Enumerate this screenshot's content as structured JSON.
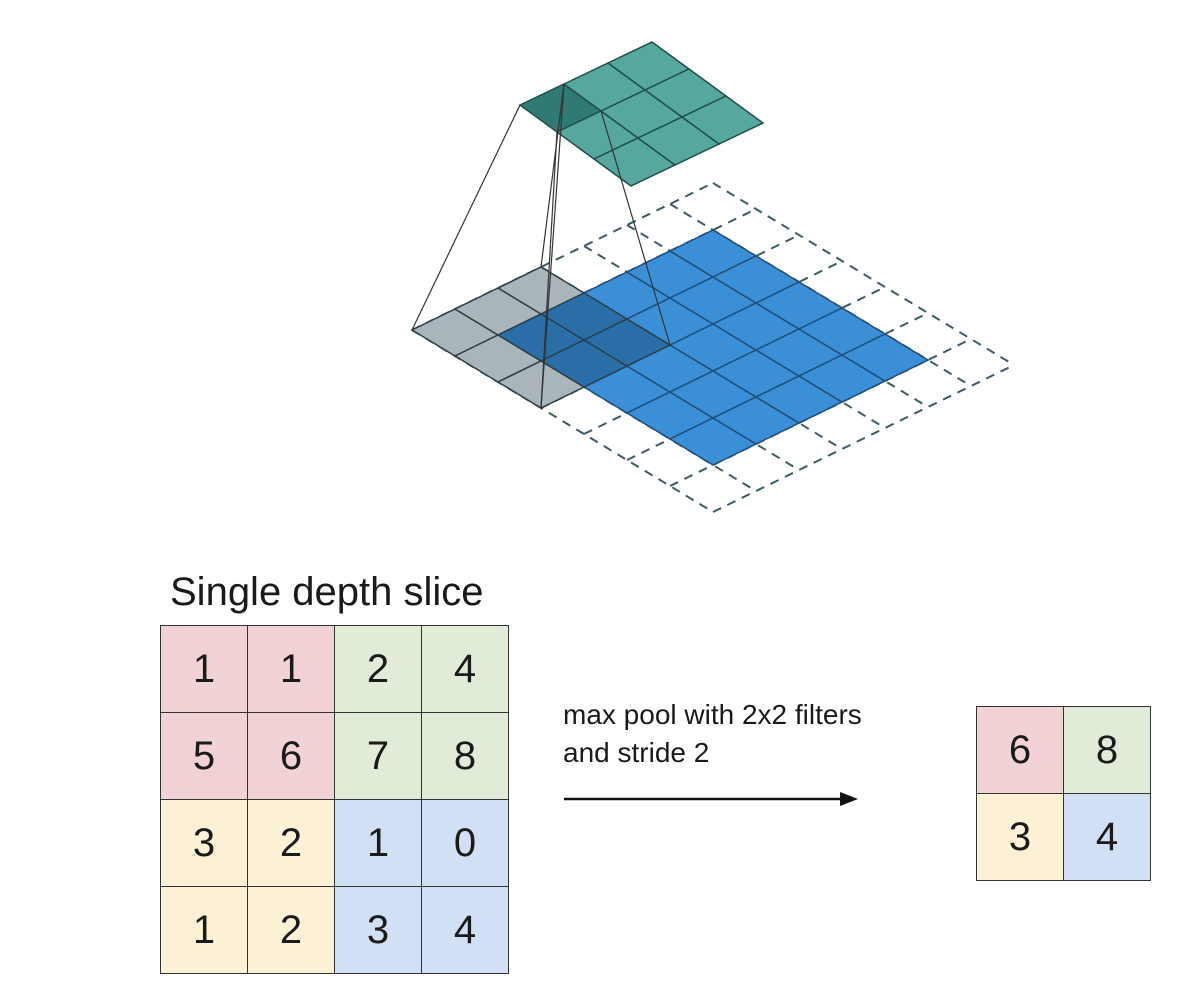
{
  "colors": {
    "pink": "#f2d3d5",
    "green": "#e0ebd8",
    "yellow": "#fdf1d5",
    "blue": "#d2e0f6",
    "teal_grid": "#56a89f",
    "teal_dark": "#2f7a73",
    "blue_grid": "#3a8fd6",
    "blue_dark": "#2a6ea8",
    "gray_kernel": "#a9b5ba"
  },
  "slice": {
    "title": "Single depth slice",
    "rows": [
      [
        "1",
        "1",
        "2",
        "4"
      ],
      [
        "5",
        "6",
        "7",
        "8"
      ],
      [
        "3",
        "2",
        "1",
        "0"
      ],
      [
        "1",
        "2",
        "3",
        "4"
      ]
    ],
    "quadrant_colors": [
      [
        "pink",
        "pink",
        "green",
        "green"
      ],
      [
        "pink",
        "pink",
        "green",
        "green"
      ],
      [
        "yellow",
        "yellow",
        "blue",
        "blue"
      ],
      [
        "yellow",
        "yellow",
        "blue",
        "blue"
      ]
    ]
  },
  "pool": {
    "caption_line1": "max pool with 2x2 filters",
    "caption_line2": "and stride 2"
  },
  "output": {
    "rows": [
      [
        "6",
        "8"
      ],
      [
        "3",
        "4"
      ]
    ],
    "quadrant_colors": [
      [
        "pink",
        "green"
      ],
      [
        "yellow",
        "blue"
      ]
    ]
  }
}
